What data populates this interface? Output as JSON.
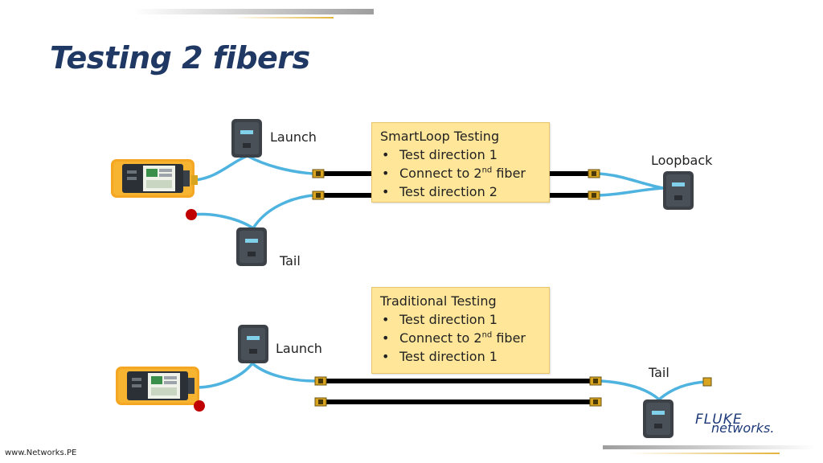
{
  "title": "Testing 2 fibers",
  "smartloop": {
    "header": "SmartLoop Testing",
    "items": [
      {
        "text": "Test direction 1"
      },
      {
        "text": "Connect to 2",
        "sup": "nd",
        "after": " fiber"
      },
      {
        "text": "Test direction 2"
      }
    ],
    "labels": {
      "launch": "Launch",
      "tail": "Tail",
      "loopback": "Loopback"
    }
  },
  "traditional": {
    "header": "Traditional Testing",
    "items": [
      {
        "text": "Test direction 1"
      },
      {
        "text": "Connect to 2",
        "sup": "nd",
        "after": " fiber"
      },
      {
        "text": "Test direction 1"
      }
    ],
    "labels": {
      "launch": "Launch",
      "tail": "Tail"
    }
  },
  "footer": "www.Networks.PE",
  "brand": {
    "line1": "FLUKE",
    "line2": "networks."
  },
  "colors": {
    "title": "#1f3864",
    "box_fill": "#ffe699",
    "fiber_cable": "#000000",
    "patch_cord": "#4fb3e0",
    "end_marker": "#c00000",
    "tester_body": "#f5a623",
    "connector": "#d9a521"
  },
  "icons": [
    "tester-icon",
    "module-icon",
    "connector-icon",
    "terminator-dot-icon",
    "brand-logo-icon"
  ]
}
